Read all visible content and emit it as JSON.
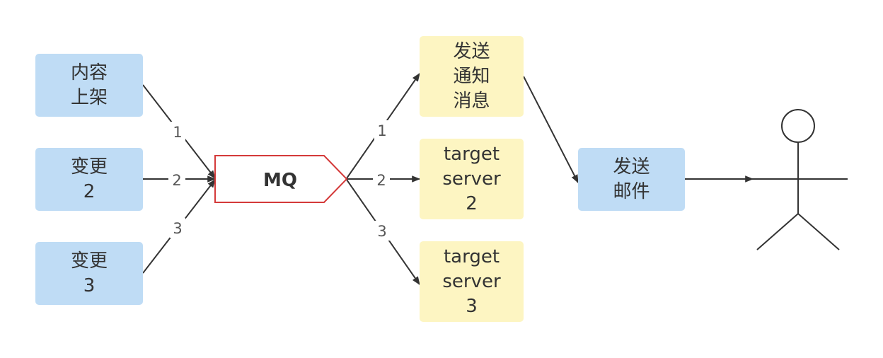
{
  "colors": {
    "source_fill": "#bfdcf5",
    "target_fill": "#fdf5c2",
    "queue_stroke": "#d43a3a",
    "edge": "#333333"
  },
  "sources": [
    {
      "label": "内容\n上架"
    },
    {
      "label": "变更\n2"
    },
    {
      "label": "变更\n3"
    }
  ],
  "queue": {
    "label": "MQ"
  },
  "targets": [
    {
      "label": "发送\n通知\n消息"
    },
    {
      "label": "target\nserver\n2"
    },
    {
      "label": "target\nserver\n3"
    }
  ],
  "email": {
    "label": "发送\n邮件"
  },
  "edges": {
    "in": [
      "1",
      "2",
      "3"
    ],
    "out": [
      "1",
      "2",
      "3"
    ]
  },
  "actor": {
    "icon": "person-icon"
  }
}
